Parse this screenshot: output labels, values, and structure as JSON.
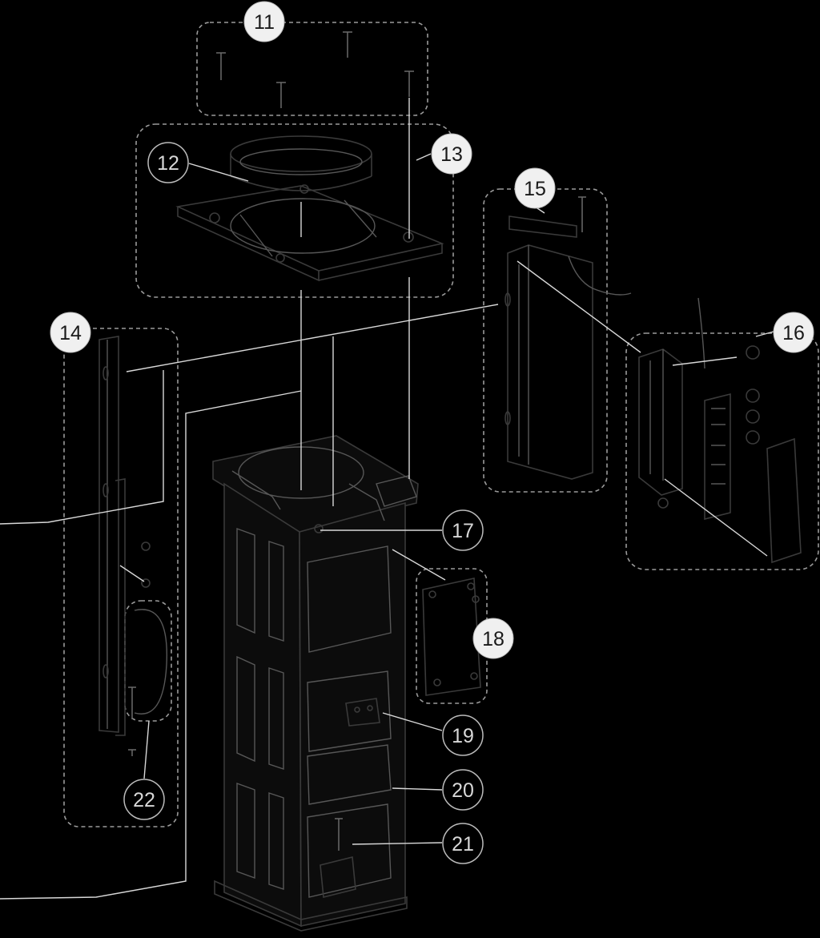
{
  "diagram": {
    "background": "#000000",
    "callout_fill": "#f0f0f0",
    "callouts": [
      {
        "key": "c11",
        "label": "11"
      },
      {
        "key": "c12",
        "label": "12"
      },
      {
        "key": "c13",
        "label": "13"
      },
      {
        "key": "c14",
        "label": "14"
      },
      {
        "key": "c15",
        "label": "15"
      },
      {
        "key": "c16",
        "label": "16"
      },
      {
        "key": "c17",
        "label": "17"
      },
      {
        "key": "c18",
        "label": "18"
      },
      {
        "key": "c19",
        "label": "19"
      },
      {
        "key": "c20",
        "label": "20"
      },
      {
        "key": "c21",
        "label": "21"
      },
      {
        "key": "c22",
        "label": "22"
      }
    ]
  }
}
